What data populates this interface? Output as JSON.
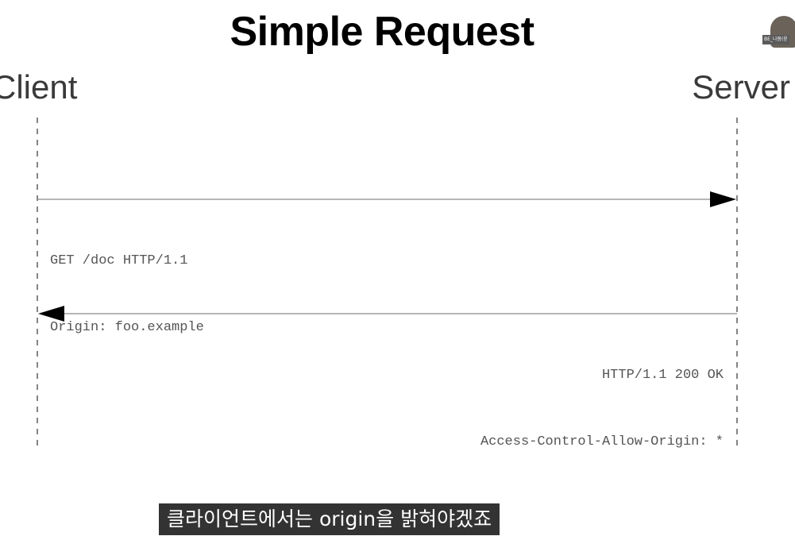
{
  "slide": {
    "title": "Simple Request"
  },
  "lanes": {
    "client": "Client",
    "server": "Server"
  },
  "request": {
    "line1": "GET /doc HTTP/1.1",
    "line2": "Origin: foo.example"
  },
  "response": {
    "line1": "HTTP/1.1 200 OK",
    "line2": "Access-Control-Allow-Origin: *"
  },
  "presenter": {
    "name_tag": "BE_나봄(윤"
  },
  "subtitle": {
    "text": "클라이언트에서는 origin을 밝혀야겠죠"
  },
  "colors": {
    "line": "#8a8a8a",
    "arrowhead": "#000000",
    "subtitle_bg": "#333333"
  }
}
